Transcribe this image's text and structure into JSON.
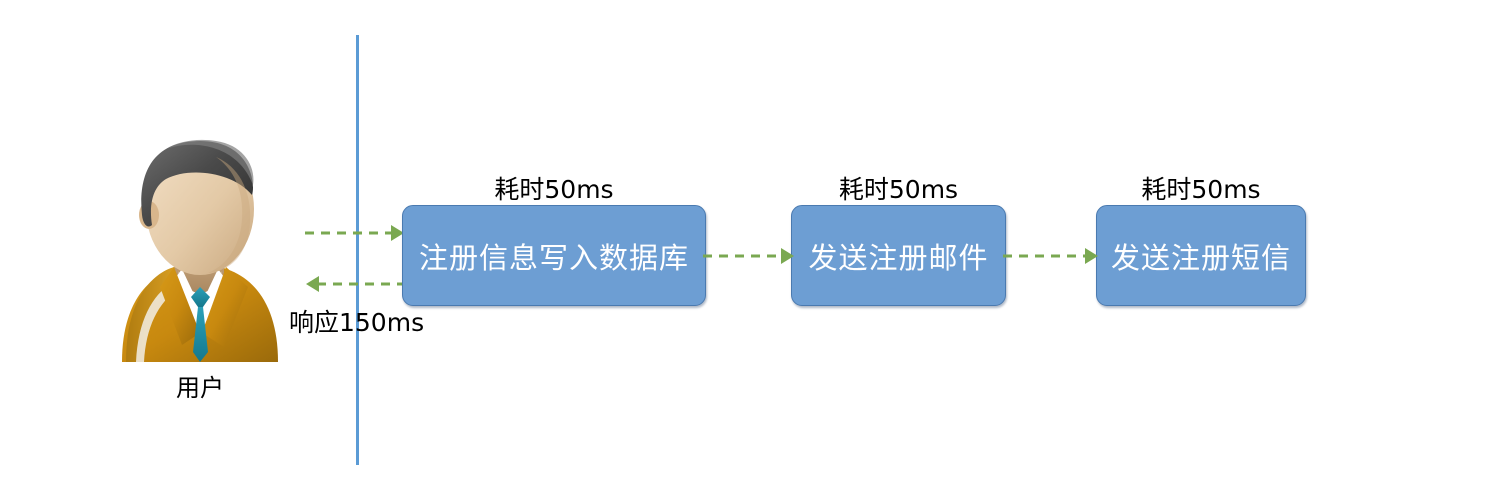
{
  "diagram": {
    "title": "synchronous-registration-flow",
    "colors": {
      "box_fill": "#6d9ed3",
      "box_border": "#4a7ab0",
      "box_text": "#ffffff",
      "arrow_green": "#7aa851",
      "boundary_blue": "#5b9bd5",
      "label_text": "#000000"
    }
  },
  "actor": {
    "label": "用户",
    "icon": "user-avatar-icon"
  },
  "boundary": {
    "name": "system-boundary-line"
  },
  "messages": {
    "request": {
      "icon": "arrow-right-dashed-icon",
      "label": ""
    },
    "response": {
      "icon": "arrow-left-dashed-icon",
      "label": "响应150ms"
    },
    "step_link_1": {
      "icon": "arrow-right-dashed-icon"
    },
    "step_link_2": {
      "icon": "arrow-right-dashed-icon"
    }
  },
  "steps": [
    {
      "text": "注册信息写入数据库",
      "cost": "耗时50ms"
    },
    {
      "text": "发送注册邮件",
      "cost": "耗时50ms"
    },
    {
      "text": "发送注册短信",
      "cost": "耗时50ms"
    }
  ]
}
